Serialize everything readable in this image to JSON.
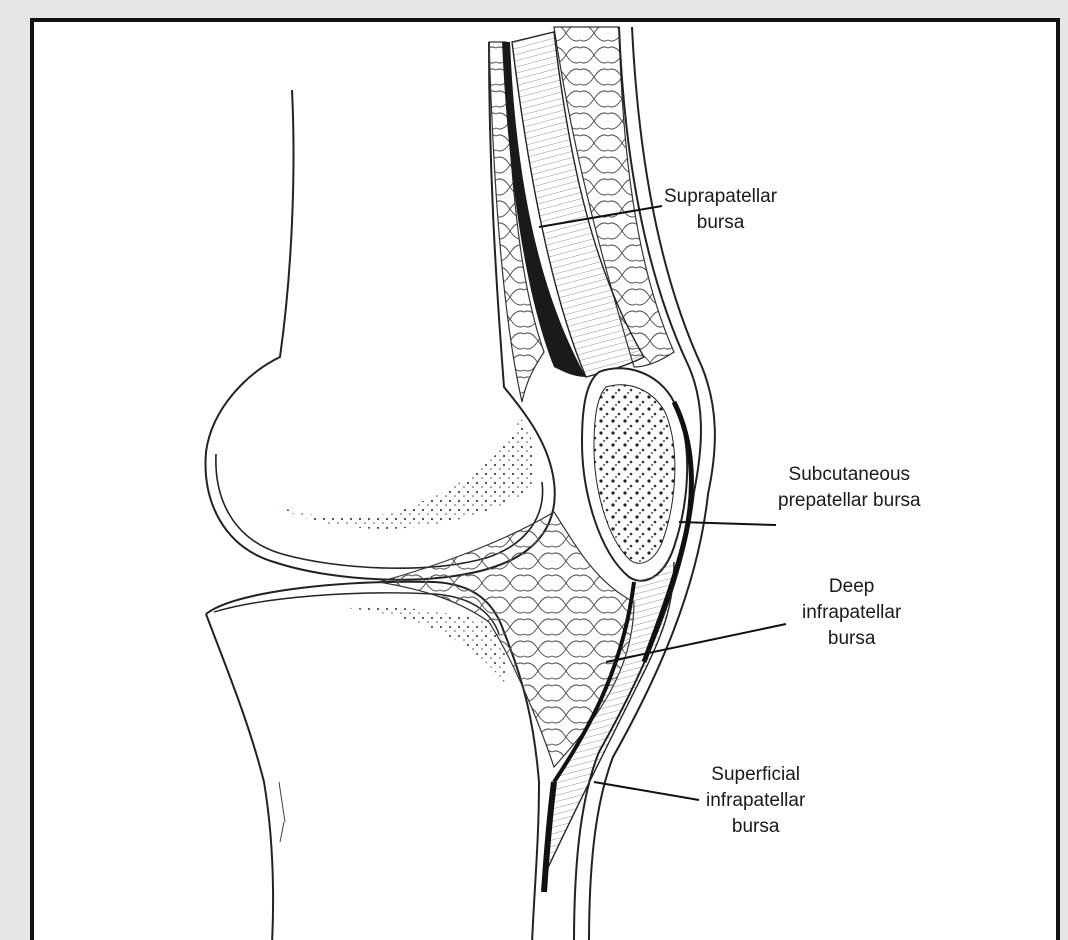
{
  "diagram": {
    "labels": {
      "suprapatellar": [
        "Suprapatellar",
        "bursa"
      ],
      "prepatellar": [
        "Subcutaneous",
        "prepatellar bursa"
      ],
      "deep_infra": [
        "Deep",
        "infrapatellar",
        "bursa"
      ],
      "superficial_infra": [
        "Superficial",
        "infrapatellar",
        "bursa"
      ]
    }
  },
  "colors": {
    "background": "#e6e6e6",
    "frame_border": "#111111",
    "ink": "#1a1a1a",
    "paper": "#ffffff"
  }
}
